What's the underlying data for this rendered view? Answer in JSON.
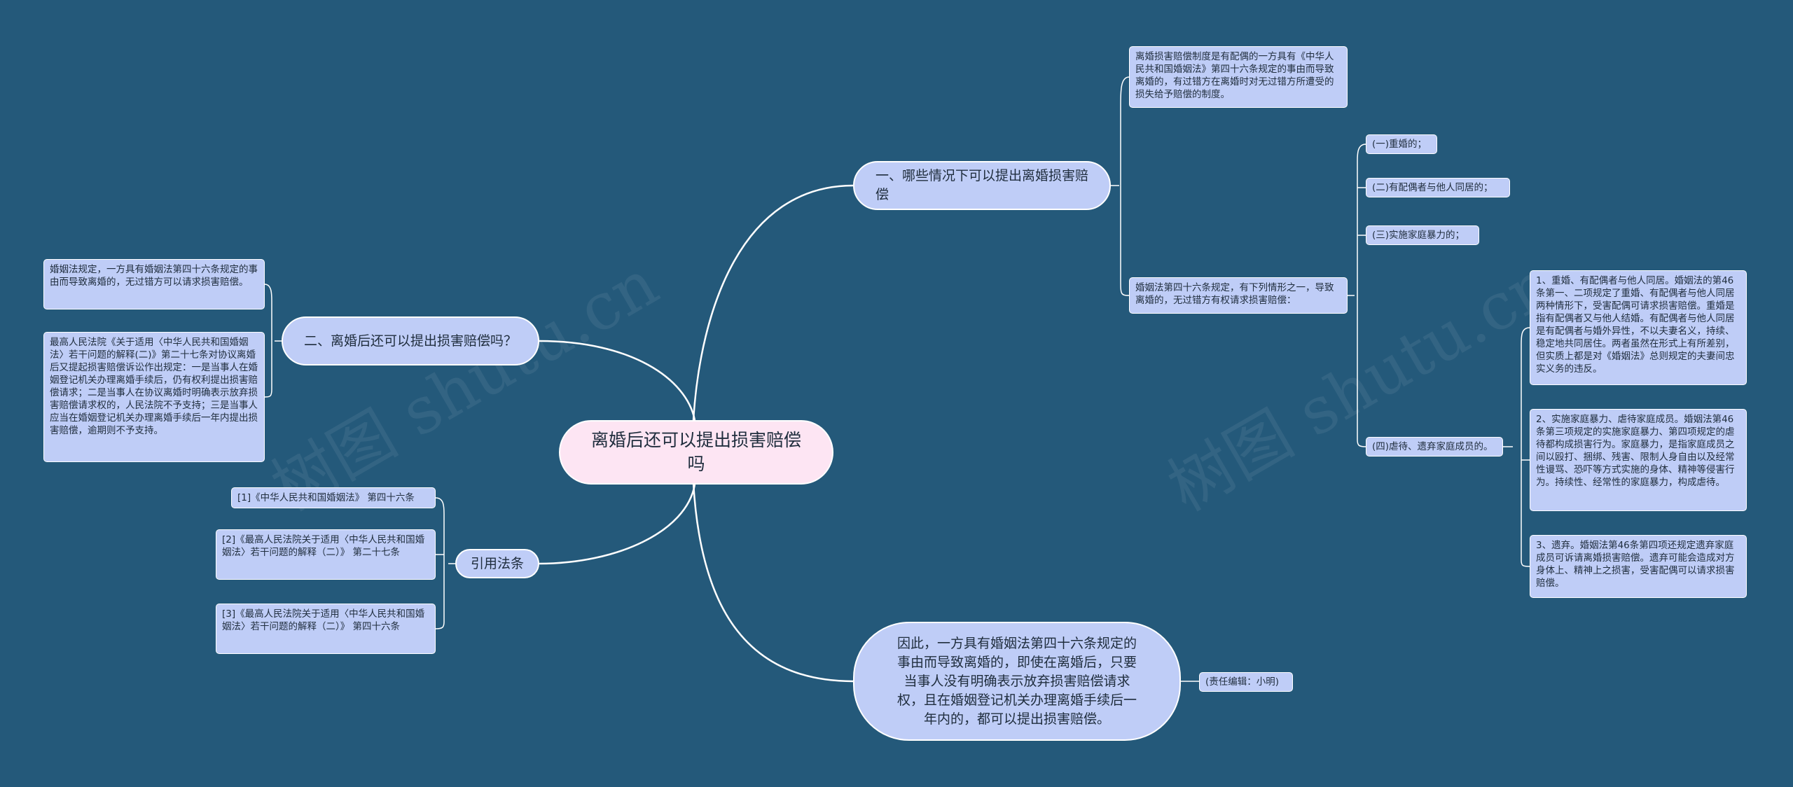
{
  "root": {
    "label": "离婚后还可以提出损害赔偿吗"
  },
  "branch1": {
    "label": "一、哪些情况下可以提出离婚损害赔偿",
    "definition": "离婚损害赔偿制度是有配偶的一方具有《中华人民共和国婚姻法》第四十六条规定的事由而导致离婚的，有过错方在离婚时对无过错方所遭受的损失给予赔偿的制度。",
    "article": "婚姻法第四十六条规定，有下列情形之一，导致离婚的，无过错方有权请求损害赔偿：",
    "situations": [
      "(一)重婚的；",
      "(二)有配偶者与他人同居的；",
      "(三)实施家庭暴力的；",
      "(四)虐待、遗弃家庭成员的。"
    ],
    "details": [
      "1、重婚、有配偶者与他人同居。婚姻法的第46条第一、二项规定了重婚、有配偶者与他人同居两种情形下，受害配偶可请求损害赔偿。重婚是指有配偶者又与他人结婚。有配偶者与他人同居是有配偶者与婚外异性，不以夫妻名义，持续、稳定地共同居住。两者虽然在形式上有所差别，但实质上都是对《婚姻法》总则规定的夫妻间忠实义务的违反。",
      "2、实施家庭暴力、虐待家庭成员。婚姻法第46条第三项规定的实施家庭暴力、第四项规定的虐待都构成损害行为。家庭暴力，是指家庭成员之间以殴打、捆绑、残害、限制人身自由以及经常性谩骂、恐吓等方式实施的身体、精神等侵害行为。持续性、经常性的家庭暴力，构成虐待。",
      "3、遗弃。婚姻法第46条第四项还规定遗弃家庭成员可诉请离婚损害赔偿。遗弃可能会造成对方身体上、精神上之损害，受害配偶可以请求损害赔偿。"
    ]
  },
  "branch2": {
    "label": "二、离婚后还可以提出损害赔偿吗？",
    "leaves": [
      "婚姻法规定，一方具有婚姻法第四十六条规定的事由而导致离婚的，无过错方可以请求损害赔偿。",
      "最高人民法院《关于适用〈中华人民共和国婚姻法〉若干问题的解释(二)》第二十七条对协议离婚后又提起损害赔偿诉讼作出规定：一是当事人在婚姻登记机关办理离婚手续后，仍有权利提出损害赔偿请求；二是当事人在协议离婚时明确表示放弃损害赔偿请求权的，人民法院不予支持；三是当事人应当在婚姻登记机关办理离婚手续后一年内提出损害赔偿，逾期则不予支持。"
    ]
  },
  "branch3": {
    "label": "引用法条",
    "leaves": [
      "[1]《中华人民共和国婚姻法》 第四十六条",
      "[2]《最高人民法院关于适用〈中华人民共和国婚姻法〉若干问题的解释（二）》 第二十七条",
      "[3]《最高人民法院关于适用〈中华人民共和国婚姻法〉若干问题的解释（二）》 第四十六条"
    ]
  },
  "branch4": {
    "label": "因此，一方具有婚姻法第四十六条规定的事由而导致离婚的，即使在离婚后，只要当事人没有明确表示放弃损害赔偿请求权，且在婚姻登记机关办理离婚手续后一年内的，都可以提出损害赔偿。",
    "editor": "(责任编辑：小明)"
  },
  "watermark": "树图 shutu.cn",
  "colors": {
    "background": "#24597a",
    "root_fill": "#fde5f3",
    "node_fill": "#bfcdf7",
    "line": "#ffffff"
  }
}
